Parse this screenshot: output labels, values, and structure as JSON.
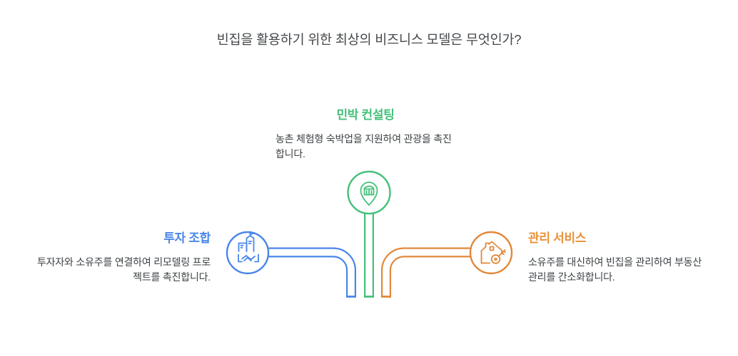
{
  "title": "빈집을 활용하기 위한 최상의 비즈니스 모델은 무엇인가?",
  "colors": {
    "blue": "#4a86e8",
    "green": "#45c07a",
    "orange": "#e2883a",
    "heading_orange": "#ea9138",
    "body_text": "#3d4245",
    "title_text": "#45494c",
    "background": "#ffffff"
  },
  "branches": [
    {
      "id": "investment-union",
      "position": "left",
      "label": "투자 조합",
      "description": "투자자와 소유주를 연결하여 리모델링 프로젝트를 촉진합니다.",
      "color": "#4a86e8",
      "icon": "buildings-handshake-icon"
    },
    {
      "id": "bnb-consulting",
      "position": "top-center",
      "label": "민박 컨설팅",
      "description": "농촌 체험형 숙박업을 지원하여 관광을 촉진합니다.",
      "color": "#45c07a",
      "icon": "barn-map-pin-icon"
    },
    {
      "id": "management-service",
      "position": "right",
      "label": "관리 서비스",
      "description": "소유주를 대신하여 빈집을 관리하여 부동산 관리를 간소화합니다.",
      "color": "#e2883a",
      "icon": "house-key-icon"
    }
  ]
}
